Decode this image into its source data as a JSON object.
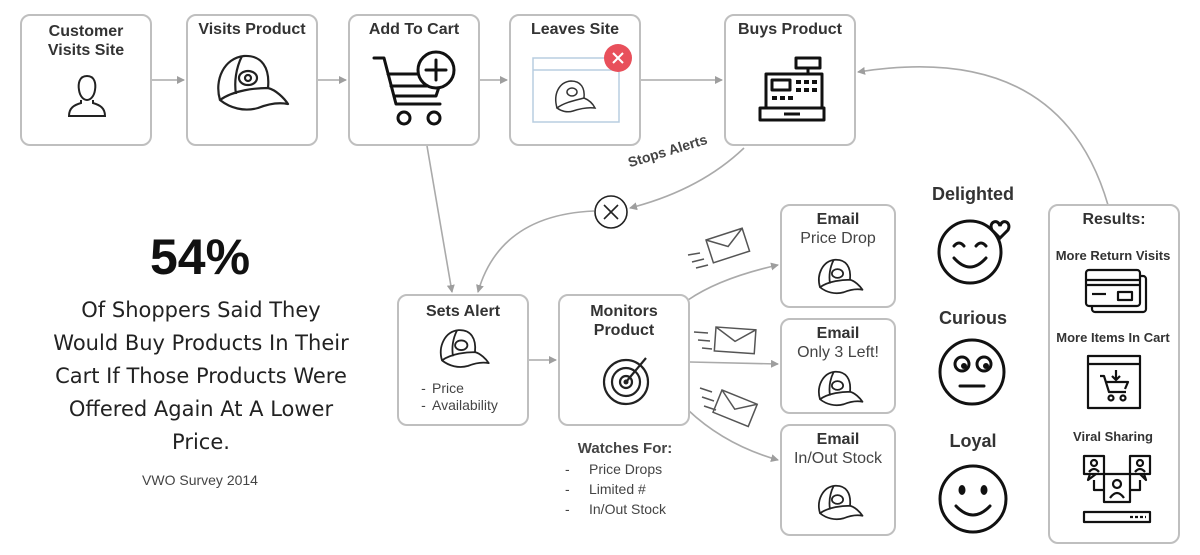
{
  "steps": {
    "customer_visits": "Customer\nVisits Site",
    "visits_product": "Visits Product",
    "add_to_cart": "Add To Cart",
    "leaves_site": "Leaves Site",
    "buys_product": "Buys Product",
    "sets_alert": "Sets Alert",
    "monitors_product": "Monitors\nProduct"
  },
  "sets_alert_items": [
    "Price",
    "Availability"
  ],
  "stops_alerts_label": "Stops Alerts",
  "watches_for": {
    "title": "Watches For:",
    "items": [
      "Price Drops",
      "Limited #",
      "In/Out Stock"
    ]
  },
  "emails": [
    {
      "title": "Email",
      "subtitle": "Price Drop"
    },
    {
      "title": "Email",
      "subtitle": "Only 3 Left!"
    },
    {
      "title": "Email",
      "subtitle": "In/Out Stock"
    }
  ],
  "moods": [
    "Delighted",
    "Curious",
    "Loyal"
  ],
  "results": {
    "title": "Results:",
    "items": [
      "More Return Visits",
      "More Items In Cart",
      "Viral Sharing"
    ]
  },
  "stat": {
    "percent": "54%",
    "text": "Of Shoppers Said They Would Buy Products In Their Cart If Those Products Were Offered Again At A Lower Price.",
    "source": "VWO Survey 2014"
  },
  "bullet_dash": "-",
  "icons": [
    "user-icon",
    "cap-icon",
    "cart-plus-icon",
    "close-icon",
    "cash-register-icon",
    "radar-icon",
    "envelope-icon",
    "smiley-icon",
    "card-icon",
    "cart-window-icon",
    "share-icon"
  ],
  "colors": {
    "border": "#bfbfbf",
    "connector": "#aaaaaa",
    "close_badge": "#e8505b",
    "text": "#222222"
  }
}
